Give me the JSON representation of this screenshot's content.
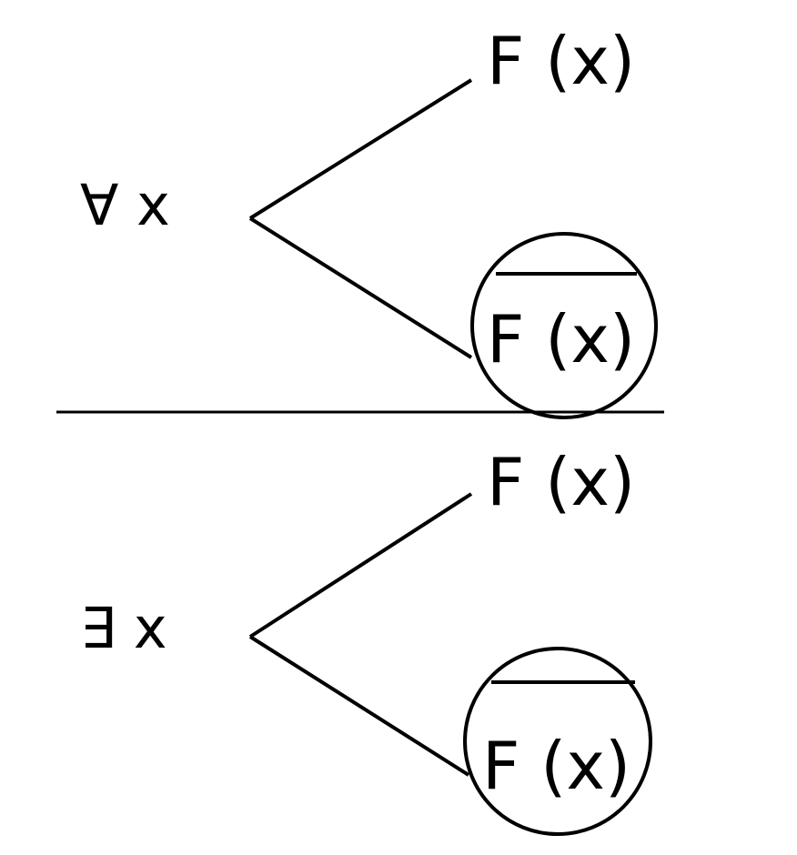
{
  "top": {
    "quantifier": "∀ x",
    "upper_branch": "F (x)",
    "lower_branch": "F (x)"
  },
  "bottom": {
    "quantifier": "∃ x",
    "upper_branch": "F (x)",
    "lower_branch": "F (x)"
  },
  "colors": {
    "ink": "#000000",
    "background": "#ffffff"
  }
}
